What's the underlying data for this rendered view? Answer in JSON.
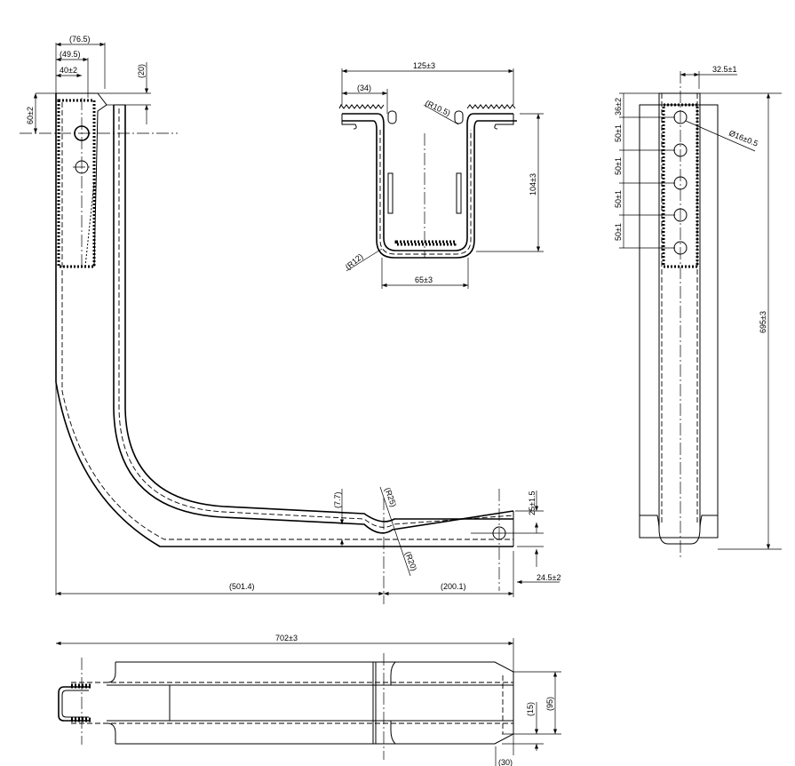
{
  "side_view": {
    "dims": {
      "d76_5": "(76.5)",
      "d49_5": "(49.5)",
      "d40": "40±2",
      "d20": "(20)",
      "d60": "60±2",
      "d501_4": "(501.4)",
      "d200_1": "(200.1)",
      "d7_7": "(7.7)",
      "r25": "(R25)",
      "r20": "(R20)",
      "d25": "25±1.5",
      "d24_5": "24.5±2"
    }
  },
  "section_view": {
    "dims": {
      "d125": "125±3",
      "d34": "(34)",
      "r10_5": "(R10.5)",
      "d104": "104±3",
      "r12": "(R12)",
      "d65": "65±3"
    }
  },
  "front_view": {
    "dims": {
      "d32_5": "32.5±1",
      "d36": "36±2",
      "pitch": [
        "50±1",
        "50±1",
        "50±1",
        "50±1"
      ],
      "hole": "Ø16±0.5",
      "d695": "695±3"
    }
  },
  "bottom_view": {
    "dims": {
      "d702": "702±3",
      "d15": "(15)",
      "d95": "(95)",
      "d30": "(30)"
    }
  }
}
